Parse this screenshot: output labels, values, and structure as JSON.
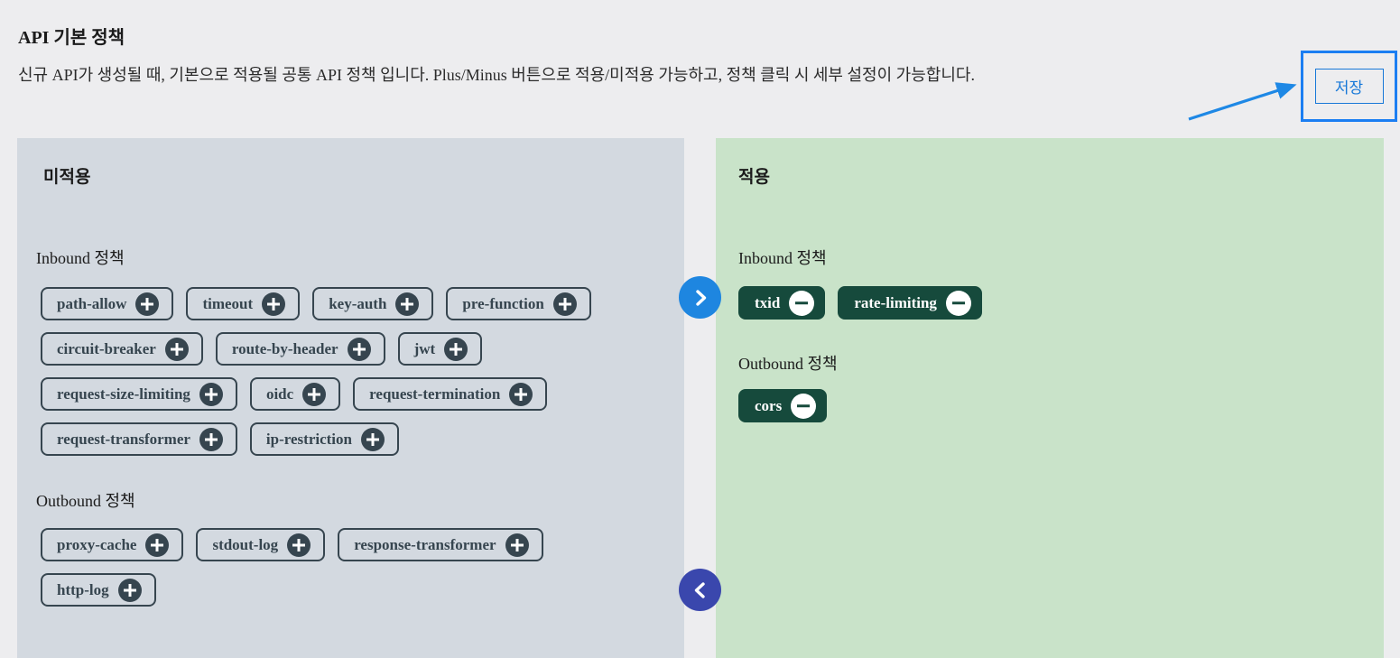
{
  "header": {
    "title": "API 기본 정책",
    "description": "신규 API가 생성될 때, 기본으로 적용될 공통 API 정책 입니다. Plus/Minus 버튼으로 적용/미적용 가능하고, 정책 클릭 시 세부 설정이 가능합니다.",
    "save_label": "저장"
  },
  "panels": {
    "unapplied": {
      "title": "미적용",
      "inbound_label": "Inbound 정책",
      "outbound_label": "Outbound 정책",
      "inbound_policies": [
        "path-allow",
        "timeout",
        "key-auth",
        "pre-function",
        "circuit-breaker",
        "route-by-header",
        "jwt",
        "request-size-limiting",
        "oidc",
        "request-termination",
        "request-transformer",
        "ip-restriction"
      ],
      "outbound_policies": [
        "proxy-cache",
        "stdout-log",
        "response-transformer",
        "http-log"
      ],
      "chip_action": "add"
    },
    "applied": {
      "title": "적용",
      "inbound_label": "Inbound 정책",
      "outbound_label": "Outbound 정책",
      "inbound_policies": [
        "txid",
        "rate-limiting"
      ],
      "outbound_policies": [
        "cors"
      ],
      "chip_action": "remove"
    }
  },
  "icons": {
    "add": "plus-icon",
    "remove": "minus-icon",
    "transfer_right": "chevron-right-icon",
    "transfer_left": "chevron-left-icon"
  },
  "colors": {
    "page_bg": "#ededef",
    "unapplied_panel_bg": "#d3d9e0",
    "applied_panel_bg": "#c9e3c9",
    "chip_dark_slate": "#36454f",
    "chip_dark_green": "#164a3c",
    "transfer_right_bg": "#1e86e0",
    "transfer_left_bg": "#3a47ad",
    "save_blue": "#1778d8",
    "annotation_blue": "#1b7ef2"
  }
}
